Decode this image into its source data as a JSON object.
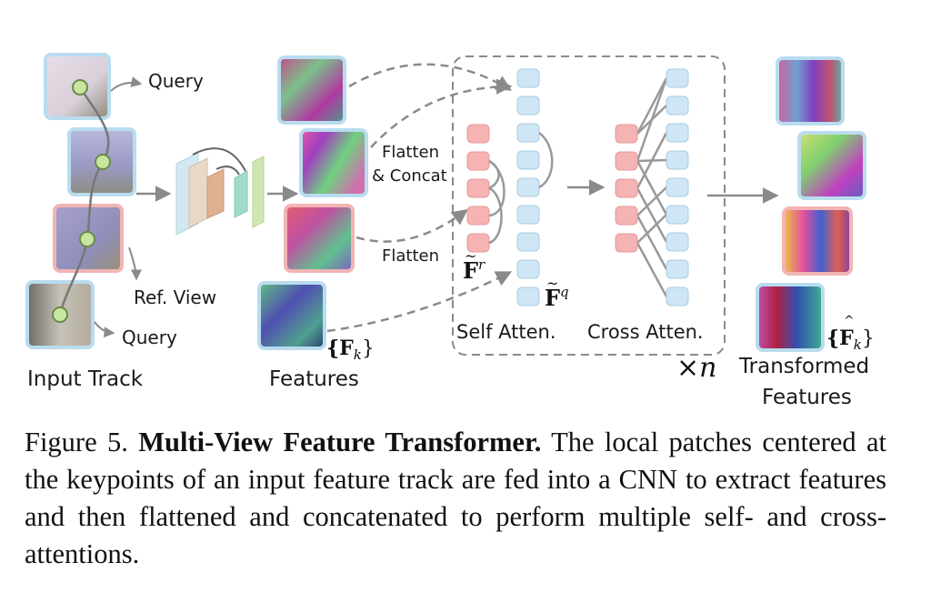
{
  "figure": {
    "label_query_top": "Query",
    "label_ref_view": "Ref. View",
    "label_query_bottom": "Query",
    "label_input_track": "Input Track",
    "label_features": "Features",
    "label_features_set": "{F",
    "label_features_set_sub": "k",
    "label_features_set_close": "}",
    "label_flatten_concat_1": "Flatten",
    "label_flatten_concat_2": "& Concat",
    "label_flatten": "Flatten",
    "label_fr": "F",
    "label_fr_sup": "r",
    "label_fq": "F",
    "label_fq_sup": "q",
    "label_self_atten": "Self Atten.",
    "label_cross_atten": "Cross Atten.",
    "label_times_n": "×n",
    "label_transformed_set": "{F",
    "label_transformed_set_sub": "k",
    "label_transformed_set_close": "}",
    "label_transformed_1": "Transformed",
    "label_transformed_2": "Features",
    "colors": {
      "query_border": "#b9dcef",
      "ref_border": "#f2b4b4",
      "ref_token": "#f6b3b3",
      "query_token": "#cfe6f5",
      "keypoint": "#c8e6a0",
      "arrow": "#8a8a8a"
    }
  },
  "caption": {
    "prefix": "Figure 5. ",
    "title": "Multi-View Feature Transformer.",
    "text": " The local patches centered at the keypoints of an input feature track are fed into a CNN to extract features and then flattened and concatenated to perform multiple self- and cross-attentions."
  }
}
